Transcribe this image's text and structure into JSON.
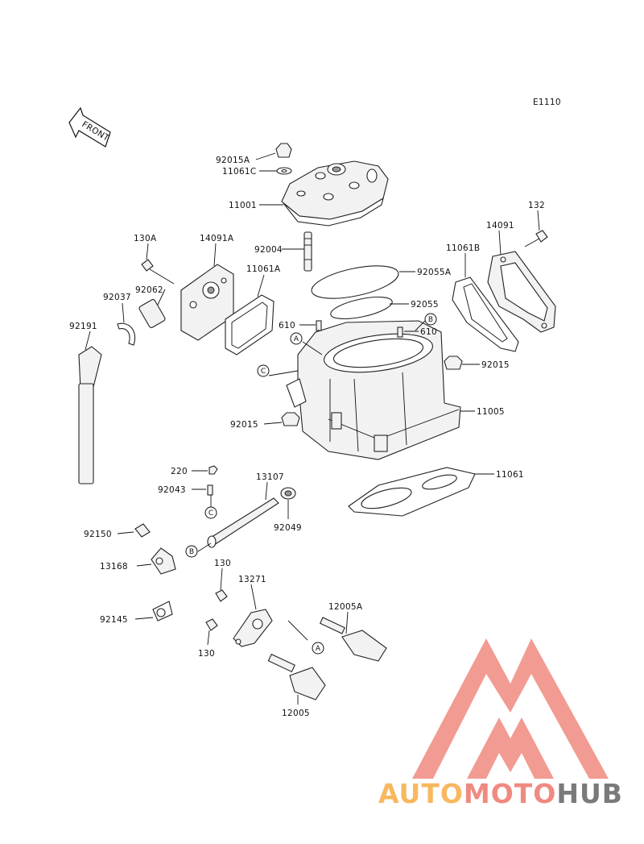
{
  "diagram": {
    "code": "E1110",
    "front_label": "FRONT",
    "labels": [
      {
        "id": "92015A"
      },
      {
        "id": "11061C"
      },
      {
        "id": "11001"
      },
      {
        "id": "92004"
      },
      {
        "id": "132"
      },
      {
        "id": "14091"
      },
      {
        "id": "11061B"
      },
      {
        "id": "130A"
      },
      {
        "id": "14091A"
      },
      {
        "id": "11061A"
      },
      {
        "id": "92055A"
      },
      {
        "id": "92062"
      },
      {
        "id": "92037"
      },
      {
        "id": "92055"
      },
      {
        "id": "92191"
      },
      {
        "id": "610"
      },
      {
        "id": "610"
      },
      {
        "id": "92015"
      },
      {
        "id": "11005"
      },
      {
        "id": "92015"
      },
      {
        "id": "220"
      },
      {
        "id": "13107"
      },
      {
        "id": "11061"
      },
      {
        "id": "92043"
      },
      {
        "id": "92049"
      },
      {
        "id": "92150"
      },
      {
        "id": "13168"
      },
      {
        "id": "130"
      },
      {
        "id": "13271"
      },
      {
        "id": "12005A"
      },
      {
        "id": "92145"
      },
      {
        "id": "130"
      },
      {
        "id": "12005"
      }
    ],
    "markers": [
      "A",
      "A",
      "B",
      "B",
      "C",
      "C"
    ]
  },
  "watermark": {
    "part1": "AUTO",
    "part2": "MOTO",
    "part3": "HUB",
    "colors": {
      "auto": "#f7b860",
      "moto": "#f08a80",
      "hub": "#7a7a7a",
      "logo": "#f08a80"
    }
  }
}
